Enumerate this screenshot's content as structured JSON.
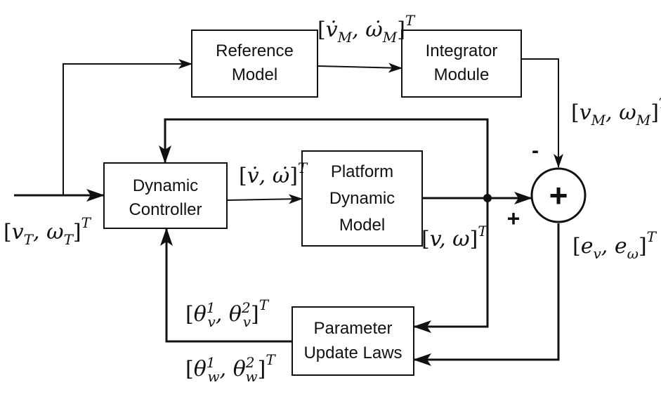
{
  "blocks": {
    "reference_model": [
      "Reference",
      "Model"
    ],
    "integrator_module": [
      "Integrator",
      "Module"
    ],
    "dynamic_controller": [
      "Dynamic",
      "Controller"
    ],
    "platform_dynamic_model": [
      "Platform",
      "Dynamic",
      "Model"
    ],
    "parameter_update_laws": [
      "Parameter",
      "Update Laws"
    ]
  },
  "signals": {
    "model_rate": "[v̇M, ω̇M]T",
    "model_output": "[vM, ωM]T",
    "target_input": "[vT, ωT]T",
    "command_rate": "[v̇, ω̇]T",
    "platform_output": "[v, ω]T",
    "error": "[ev, eω]T",
    "theta_v": "[θv1, θv2]T",
    "theta_w": "[θw1, θw2]T"
  },
  "summing_junction": {
    "symbol": "+",
    "minus_sign": "-",
    "plus_sign": "+"
  }
}
